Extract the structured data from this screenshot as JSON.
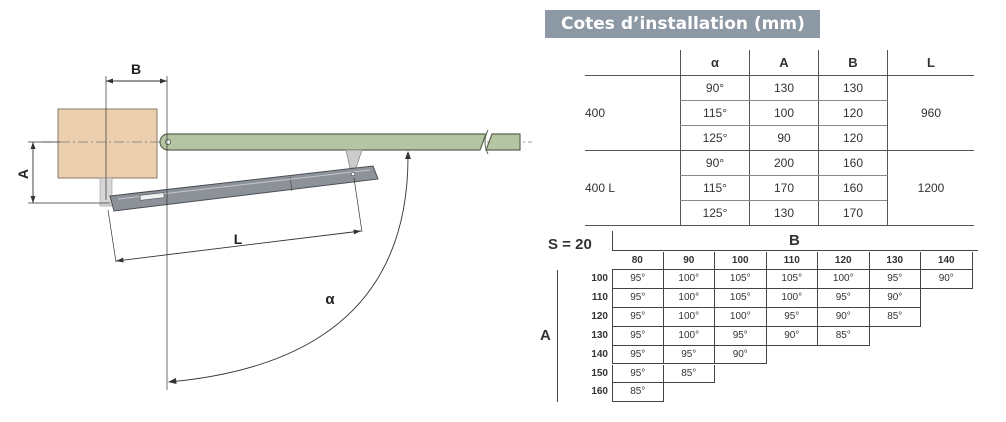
{
  "section_title": "Cotes d’installation (mm)",
  "diagram": {
    "label_b": "B",
    "label_a": "A",
    "label_l": "L",
    "label_alpha": "α"
  },
  "install_table": {
    "headers": [
      "",
      "α",
      "A",
      "B",
      "L"
    ],
    "groups": [
      {
        "model": "400",
        "L": "960",
        "rows": [
          [
            "90°",
            "130",
            "130"
          ],
          [
            "115°",
            "100",
            "120"
          ],
          [
            "125°",
            "90",
            "120"
          ]
        ]
      },
      {
        "model": "400 L",
        "L": "1200",
        "rows": [
          [
            "90°",
            "200",
            "160"
          ],
          [
            "115°",
            "170",
            "160"
          ],
          [
            "125°",
            "130",
            "170"
          ]
        ]
      }
    ]
  },
  "angle_table": {
    "stroke_label": "S = 20",
    "col_axis_label": "B",
    "row_axis_label": "A",
    "col_headers": [
      "80",
      "90",
      "100",
      "110",
      "120",
      "130",
      "140"
    ],
    "rows": [
      {
        "a": "100",
        "values": [
          "95°",
          "100°",
          "105°",
          "105°",
          "100°",
          "95°",
          "90°"
        ]
      },
      {
        "a": "110",
        "values": [
          "95°",
          "100°",
          "105°",
          "100°",
          "95°",
          "90°"
        ]
      },
      {
        "a": "120",
        "values": [
          "95°",
          "100°",
          "100°",
          "95°",
          "90°",
          "85°"
        ]
      },
      {
        "a": "130",
        "values": [
          "95°",
          "100°",
          "95°",
          "90°",
          "85°"
        ]
      },
      {
        "a": "140",
        "values": [
          "95°",
          "95°",
          "90°"
        ]
      },
      {
        "a": "150",
        "values": [
          "95°",
          "85°"
        ]
      },
      {
        "a": "160",
        "values": [
          "85°"
        ]
      }
    ]
  }
}
